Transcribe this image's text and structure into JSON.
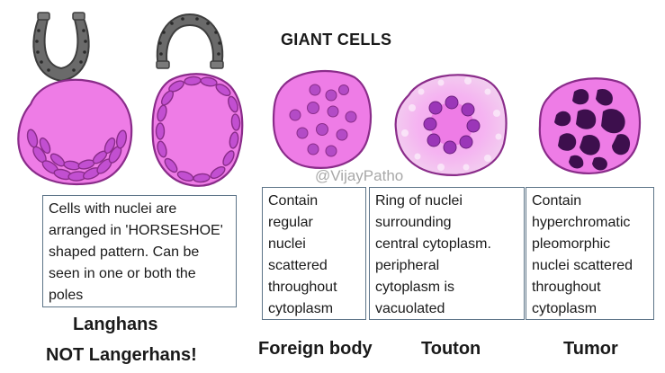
{
  "title": "GIANT CELLS",
  "watermark": "@VijayPatho",
  "cells": [
    {
      "name": "Langhans",
      "note": "NOT Langerhans!",
      "description": "Cells with nuclei are\narranged in 'HORSESHOE'\nshaped pattern. Can be\nseen in one or both the\npoles"
    },
    {
      "name": "Foreign body",
      "description": "Contain\nregular\nnuclei\nscattered\nthroughout\ncytoplasm"
    },
    {
      "name": "Touton",
      "description": "Ring of nuclei\nsurrounding\ncentral cytoplasm.\nperipheral\ncytoplasm is\nvacuolated"
    },
    {
      "name": "Tumor",
      "description": "Contain\nhyperchromatic\npleomorphic\nnuclei scattered\nthroughout\ncytoplasm"
    }
  ],
  "colors": {
    "cytoplasm": "#ee7ce6",
    "outline": "#8a2c8a",
    "nucleus": "#b34bc6",
    "touton_nucleus": "#9b36b8",
    "tumor_nucleus": "#3d0f4d",
    "horseshoe": "#5f5f5f"
  }
}
